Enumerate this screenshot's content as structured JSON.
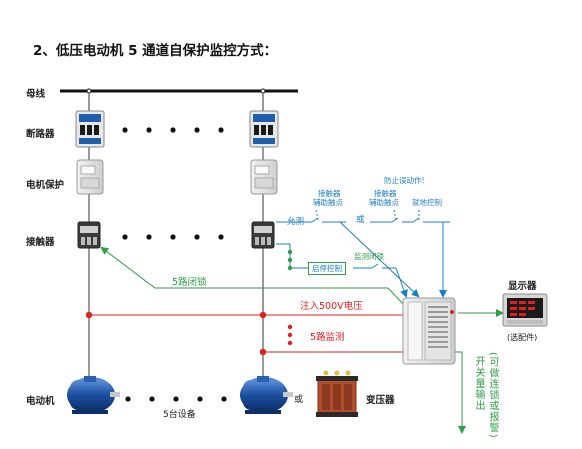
{
  "title": "2、低压电动机 5 通道自保护监控方式：",
  "rows": {
    "bus": "母线",
    "breaker": "断路器",
    "motor_protect": "电机保护",
    "contactor": "接触器",
    "motor": "电动机"
  },
  "labels": {
    "allow_test": "允测",
    "aux_contact_1_line1": "接触器",
    "aux_contact_1_line2": "辅助触点",
    "or_1": "或",
    "anti_misop": "防止误动作!",
    "aux_contact_2_line1": "接触器",
    "aux_contact_2_line2": "辅助触点",
    "local_control": "就地控制",
    "monitor_lock": "监测闭锁",
    "start_stop": "启停控制",
    "lock_5": "5路闭锁",
    "inject_500v": "注入500V电压",
    "monitor_5": "5路监测",
    "devices_5": "5台设备",
    "or_2": "或",
    "transformer": "变压器",
    "display": "显示器",
    "optional": "(选配件)",
    "output_col1": "开关量输出",
    "output_col2": "(可做连锁或报警)"
  },
  "colors": {
    "blue": "#1a7fc4",
    "green": "#2e9e46",
    "red": "#e02020",
    "bus": "#111111"
  }
}
